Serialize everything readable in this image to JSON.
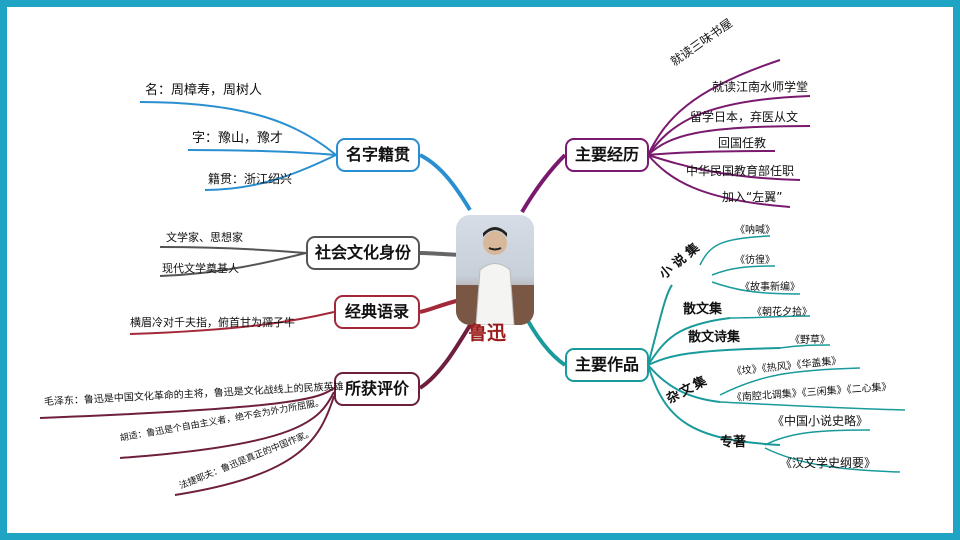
{
  "center": {
    "label": "鲁迅"
  },
  "colors": {
    "frame": "#1fa4c4",
    "blue": "#2a8fd0",
    "gray": "#666666",
    "red": "#a3283a",
    "maroon": "#6e1f3e",
    "purple": "#7a1a6e",
    "teal": "#1a9a9a"
  },
  "branches": {
    "name": {
      "label": "名字籍贯",
      "items": [
        "名：周樟寿，周树人",
        "字：豫山，豫才",
        "籍贯：浙江绍兴"
      ]
    },
    "identity": {
      "label": "社会文化身份",
      "items": [
        "文学家、思想家",
        "现代文学奠基人"
      ]
    },
    "quote": {
      "label": "经典语录",
      "items": [
        "横眉冷对千夫指，俯首甘为孺子牛"
      ]
    },
    "evaluation": {
      "label": "所获评价",
      "items": [
        "毛泽东：鲁迅是中国文化革命的主将，鲁迅是文化战线上的民族英雄",
        "胡适：鲁迅是个自由主义者，绝不会为外力所屈服。",
        "法捷耶夫：鲁迅是真正的中国作家。"
      ]
    },
    "experience": {
      "label": "主要经历",
      "items": [
        "就读三味书屋",
        "就读江南水师学堂",
        "留学日本，弃医从文",
        "回国任教",
        "中华民国教育部任职",
        "加入“左翼”"
      ]
    },
    "works": {
      "label": "主要作品",
      "groups": [
        {
          "label": "小说集",
          "items": [
            "《呐喊》",
            "《彷徨》",
            "《故事新编》"
          ]
        },
        {
          "label": "散文集",
          "items": [
            "《朝花夕拾》"
          ]
        },
        {
          "label": "散文诗集",
          "items": [
            "《野草》"
          ]
        },
        {
          "label": "杂文集",
          "items": [
            "《坟》《热风》《华盖集》",
            "《南腔北调集》《三闲集》《二心集》"
          ]
        },
        {
          "label": "专著",
          "items": [
            "《中国小说史略》",
            "《汉文学史纲要》"
          ]
        }
      ]
    }
  }
}
